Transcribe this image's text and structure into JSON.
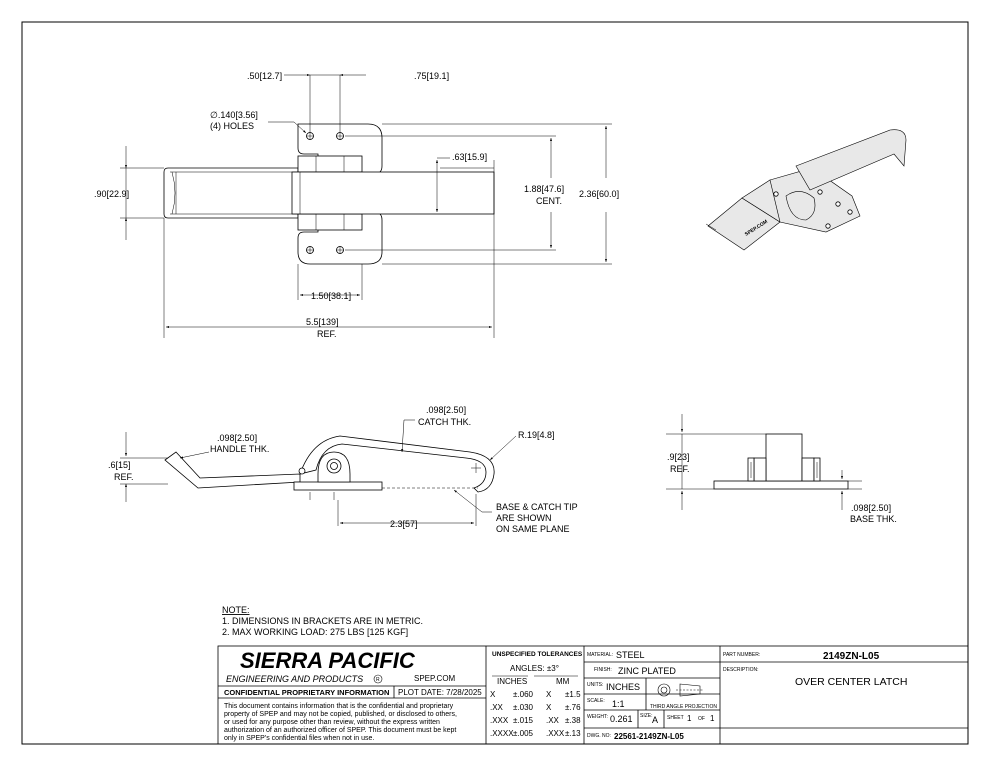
{
  "top_view": {
    "dim_a": ".50",
    "dim_a_mm": "12.7",
    "dim_b": ".75",
    "dim_b_mm": "19.1",
    "hole_dia": "∅.140",
    "hole_dia_mm": "3.56",
    "holes_label": "(4) HOLES",
    "handle_width": ".90",
    "handle_width_mm": "22.9",
    "catch_width": ".63",
    "catch_width_mm": "15.9",
    "cent": "1.88",
    "cent_mm": "47.6",
    "cent_label": "CENT.",
    "overall_h": "2.36",
    "overall_h_mm": "60.0",
    "base_len": "1.50",
    "base_len_mm": "38.1",
    "overall_len": "5.5",
    "overall_len_mm": "139",
    "ref_label": "REF."
  },
  "side_view": {
    "handle_thk": ".098",
    "handle_thk_mm": "2.50",
    "handle_thk_label": "HANDLE THK.",
    "catch_thk": ".098",
    "catch_thk_mm": "2.50",
    "catch_thk_label": "CATCH THK.",
    "radius": "R.19",
    "radius_mm": "4.8",
    "height": ".6",
    "height_mm": "15",
    "ref_label": "REF.",
    "tip_note_1": "BASE & CATCH TIP",
    "tip_note_2": "ARE SHOWN",
    "tip_note_3": "ON SAME PLANE",
    "reach": "2.3",
    "reach_mm": "57"
  },
  "end_view": {
    "height": ".9",
    "height_mm": "23",
    "ref_label": "REF.",
    "base_thk": ".098",
    "base_thk_mm": "2.50",
    "base_thk_label": "BASE THK."
  },
  "iso_view": {
    "stamp": "SPEP.COM"
  },
  "notes": {
    "heading": "NOTE:",
    "items": [
      "1.   DIMENSIONS IN BRACKETS ARE IN METRIC.",
      "2.   MAX WORKING LOAD: 275 LBS [125 KGF]"
    ]
  },
  "title_block": {
    "company": "SIERRA PACIFIC",
    "company_sub": "ENGINEERING AND PRODUCTS",
    "registered": "R",
    "website": "SPEP.COM",
    "confidential_title": "CONFIDENTIAL PROPRIETARY INFORMATION",
    "plot_date": "PLOT DATE: 7/28/2025",
    "confidential_text": [
      "This document contains information that is the confidential and proprietary",
      "property of SPEP and may not be copied, published, or disclosed to others,",
      "or used for any purpose  other than review, without the express written",
      "authorization of an authorized officer of SPEP. This document must be kept",
      "only in SPEP's confidential files when not in use."
    ],
    "tolerances": {
      "title": "UNSPECIFIED TOLERANCES",
      "angles": "ANGLES: ±3°",
      "inches_head": "INCHES",
      "mm_head": "MM",
      "rows": [
        [
          "X",
          "±.060",
          "X",
          "±1.5"
        ],
        [
          ".XX",
          "±.030",
          "X",
          "±.76"
        ],
        [
          ".XXX",
          "±.015",
          ".XX",
          "±.38"
        ],
        [
          ".XXXX",
          "±.005",
          ".XXX",
          "±.13"
        ]
      ]
    },
    "material_label": "MATERIAL:",
    "material": "STEEL",
    "finish_label": "FINISH:",
    "finish": "ZINC PLATED",
    "units_label": "UNITS:",
    "units": "INCHES",
    "scale_label": "SCALE:",
    "scale": "1:1",
    "projection": "THIRD ANGLE PROJECTION",
    "weight_label": "WEIGHT:",
    "weight": "0.261",
    "size_label": "SIZE:",
    "size": "A",
    "sheet_label": "SHEET",
    "sheet": "1",
    "of_label": "OF",
    "sheet_total": "1",
    "dwg_label": "DWG. NO:",
    "dwg_no": "22561-2149ZN-L05",
    "part_number_label": "PART NUMBER:",
    "part_number": "2149ZN-L05",
    "description_label": "DESCRIPTION:",
    "description": "OVER CENTER LATCH"
  }
}
